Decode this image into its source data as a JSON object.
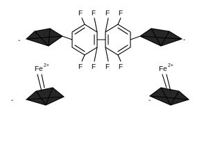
{
  "molecule": {
    "fluorine_label": "F",
    "iron_label": "Fe",
    "iron_charge": "2+",
    "anion_charge": "-"
  }
}
